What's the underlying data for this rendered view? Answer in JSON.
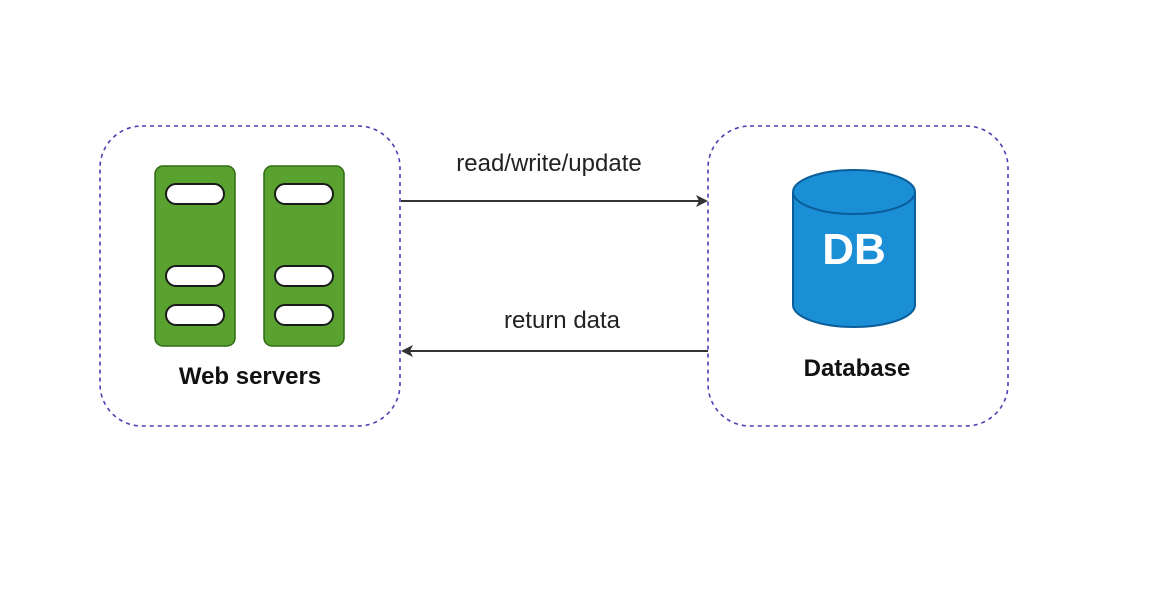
{
  "nodes": {
    "web_servers": {
      "label": "Web servers"
    },
    "database": {
      "label": "Database",
      "icon_text": "DB"
    }
  },
  "edges": {
    "request": {
      "label": "read/write/update"
    },
    "response": {
      "label": "return data"
    }
  },
  "colors": {
    "group_border": "#4a3fb5",
    "server_fill": "#5aa22f",
    "server_stroke": "#2f6b12",
    "db_fill": "#1b8fd6",
    "db_stroke": "#0b5d9a",
    "arrow": "#333333"
  },
  "icons": {
    "web_servers": "server-rack-icon",
    "database": "database-cylinder-icon"
  }
}
